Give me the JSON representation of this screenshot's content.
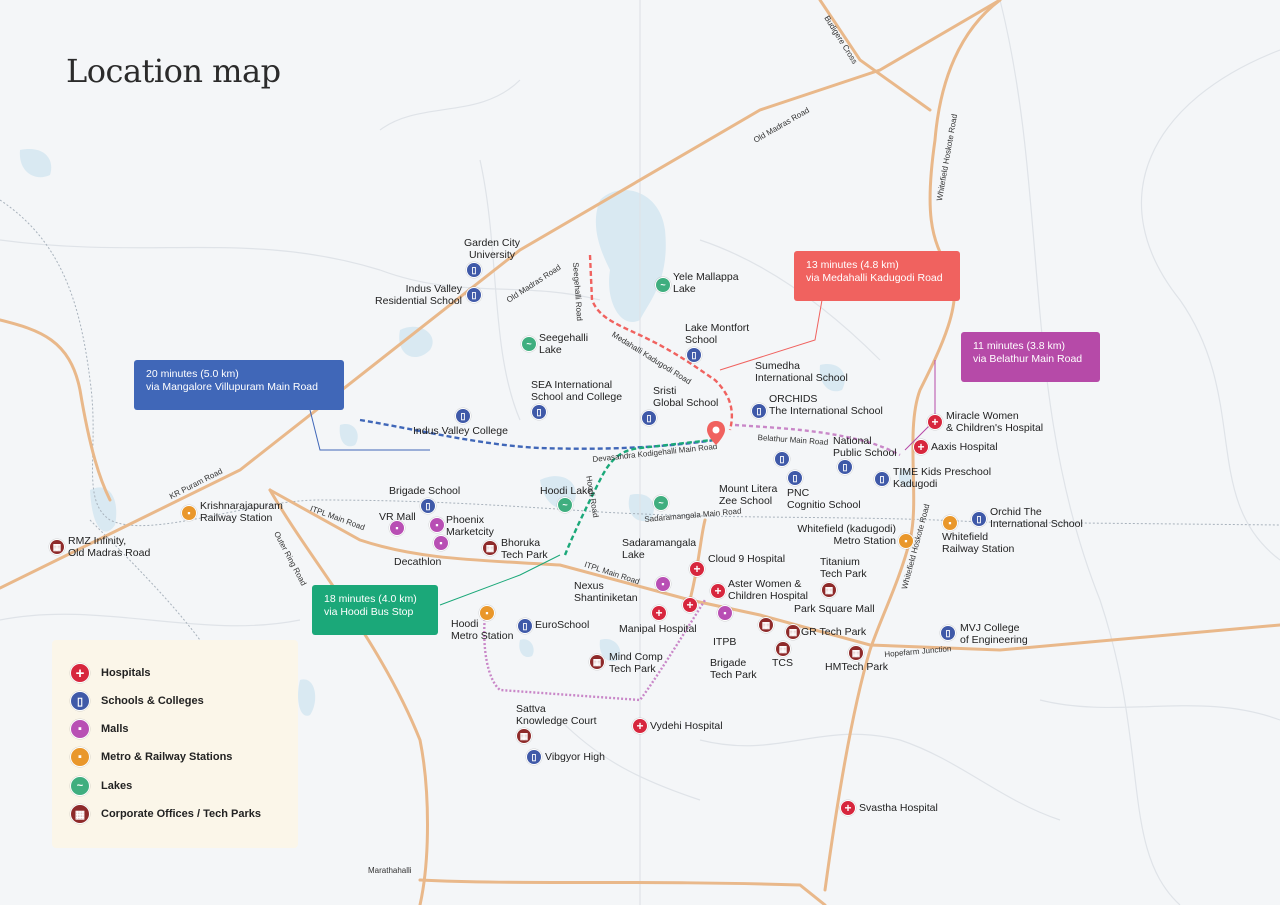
{
  "title": "Location map",
  "colors": {
    "road": "#e9b88a",
    "hospital": "#d7263d",
    "school": "#3f59a8",
    "mall": "#b84fb4",
    "metro": "#e9972b",
    "lake": "#3fae7f",
    "corporate": "#8e2a2a",
    "callout_blue": "#4067b8",
    "callout_red": "#f0625f",
    "callout_magenta": "#b64aa8",
    "callout_green": "#1ba879"
  },
  "callouts": {
    "blue": {
      "line1": "20 minutes (5.0 km)",
      "line2": "via Mangalore  Villupuram Main Road"
    },
    "red": {
      "line1": "13 minutes (4.8 km)",
      "line2": "via Medahalli Kadugodi Road"
    },
    "magenta": {
      "line1": "11 minutes (3.8 km)",
      "line2": "via Belathur Main Road"
    },
    "green": {
      "line1": "18 minutes (4.0 km)",
      "line2": "via Hoodi Bus Stop"
    }
  },
  "roads": {
    "old_madras_1": "Old Madras  Road",
    "old_madras_2": "Old Madras Road",
    "budigere": "Budigere Cross",
    "whitefield_hoskote": "Whitefield Hoskote Road",
    "whitefield_hoskote_2": "Whitefield Hoskote Road",
    "seegehalli": "Seegehalli Road",
    "medahalli": "Medahalli Kadugodi Road",
    "belathur": "Belathur Main Road",
    "devasandra": "Devasandra Kodigehalli Main Road",
    "kr_puram": "KR Puram Road",
    "itpl_1": "ITPL Main Road",
    "itpl_2": "ITPL Main Road",
    "outer_ring": "Outer Ring Road",
    "sadaramangala": "Sadaramangala Main Road",
    "hopefarm": "Hopefarm Junction",
    "marathahalli": "Marathahalli",
    "hoodi_rd": "Hoodi Road"
  },
  "places": {
    "garden_city": "Garden City\nUniversity",
    "indus_valley_res": "Indus Valley\nResidential School",
    "yele_mallappa": "Yele Mallappa\nLake",
    "seegehalli_lake": "Seegehalli\nLake",
    "lake_montfort": "Lake Montfort\nSchool",
    "sumedha": "Sumedha\nInternational School",
    "sea_intl": "SEA International\nSchool and College",
    "sristi": "Sristi\nGlobal School",
    "orchids": "ORCHIDS\nThe International School",
    "indus_valley_college": "Indus Valley College",
    "national_public": "National\nPublic School",
    "miracle": "Miracle Women\n& Children's Hospital",
    "aaxis": "Aaxis Hospital",
    "time_kids": "TIME Kids Preschool\nKadugodi",
    "brigade_school": "Brigade School",
    "hoodi_lake": "Hoodi Lake",
    "mount_litera": "Mount Litera\nZee School",
    "pnc": "PNC\nCognitio School",
    "krishnarajapuram": "Krishnarajapuram\nRailway Station",
    "vr_mall": "VR Mall",
    "phoenix": "Phoenix\nMarketcity",
    "rmz": "RMZ Infinity,\nOld Madras Road",
    "decathlon": "Decathlon",
    "bhoruka": "Bhoruka\nTech Park",
    "sadaramangala_lake": "Sadaramangala\nLake",
    "orchid_intl": "Orchid The\nInternational School",
    "whitefield_kadugodi_metro": "Whitefield (kadugodi)\nMetro Station",
    "whitefield_railway": "Whitefield\nRailway Station",
    "cloud9": "Cloud 9 Hospital",
    "titanium": "Titanium\nTech Park",
    "nexus": "Nexus\nShantiniketan",
    "aster": "Aster Women &\nChildren Hospital",
    "hoodi_metro": "Hoodi\nMetro Station",
    "park_square": "Park Square Mall",
    "euroschool": "EuroSchool",
    "manipal": "Manipal Hospital",
    "itpb": "ITPB",
    "gr_tech": "GR Tech Park",
    "mvj": "MVJ College\nof Engineering",
    "mind_comp": "Mind Comp\nTech Park",
    "brigade_tech": "Brigade\nTech Park",
    "tcs": "TCS",
    "hmtech": "HMTech Park",
    "sattva": "Sattva\nKnowledge Court",
    "vydehi": "Vydehi Hospital",
    "vibgyor": "Vibgyor High",
    "svastha": "Svastha Hospital"
  },
  "legend": [
    {
      "label": "Hospitals",
      "icon": "hospital-icon"
    },
    {
      "label": "Schools & Colleges",
      "icon": "school-icon"
    },
    {
      "label": "Malls",
      "icon": "mall-icon"
    },
    {
      "label": "Metro & Railway Stations",
      "icon": "metro-icon"
    },
    {
      "label": "Lakes",
      "icon": "lake-icon"
    },
    {
      "label": "Corporate Offices / Tech Parks",
      "icon": "corporate-icon"
    }
  ]
}
